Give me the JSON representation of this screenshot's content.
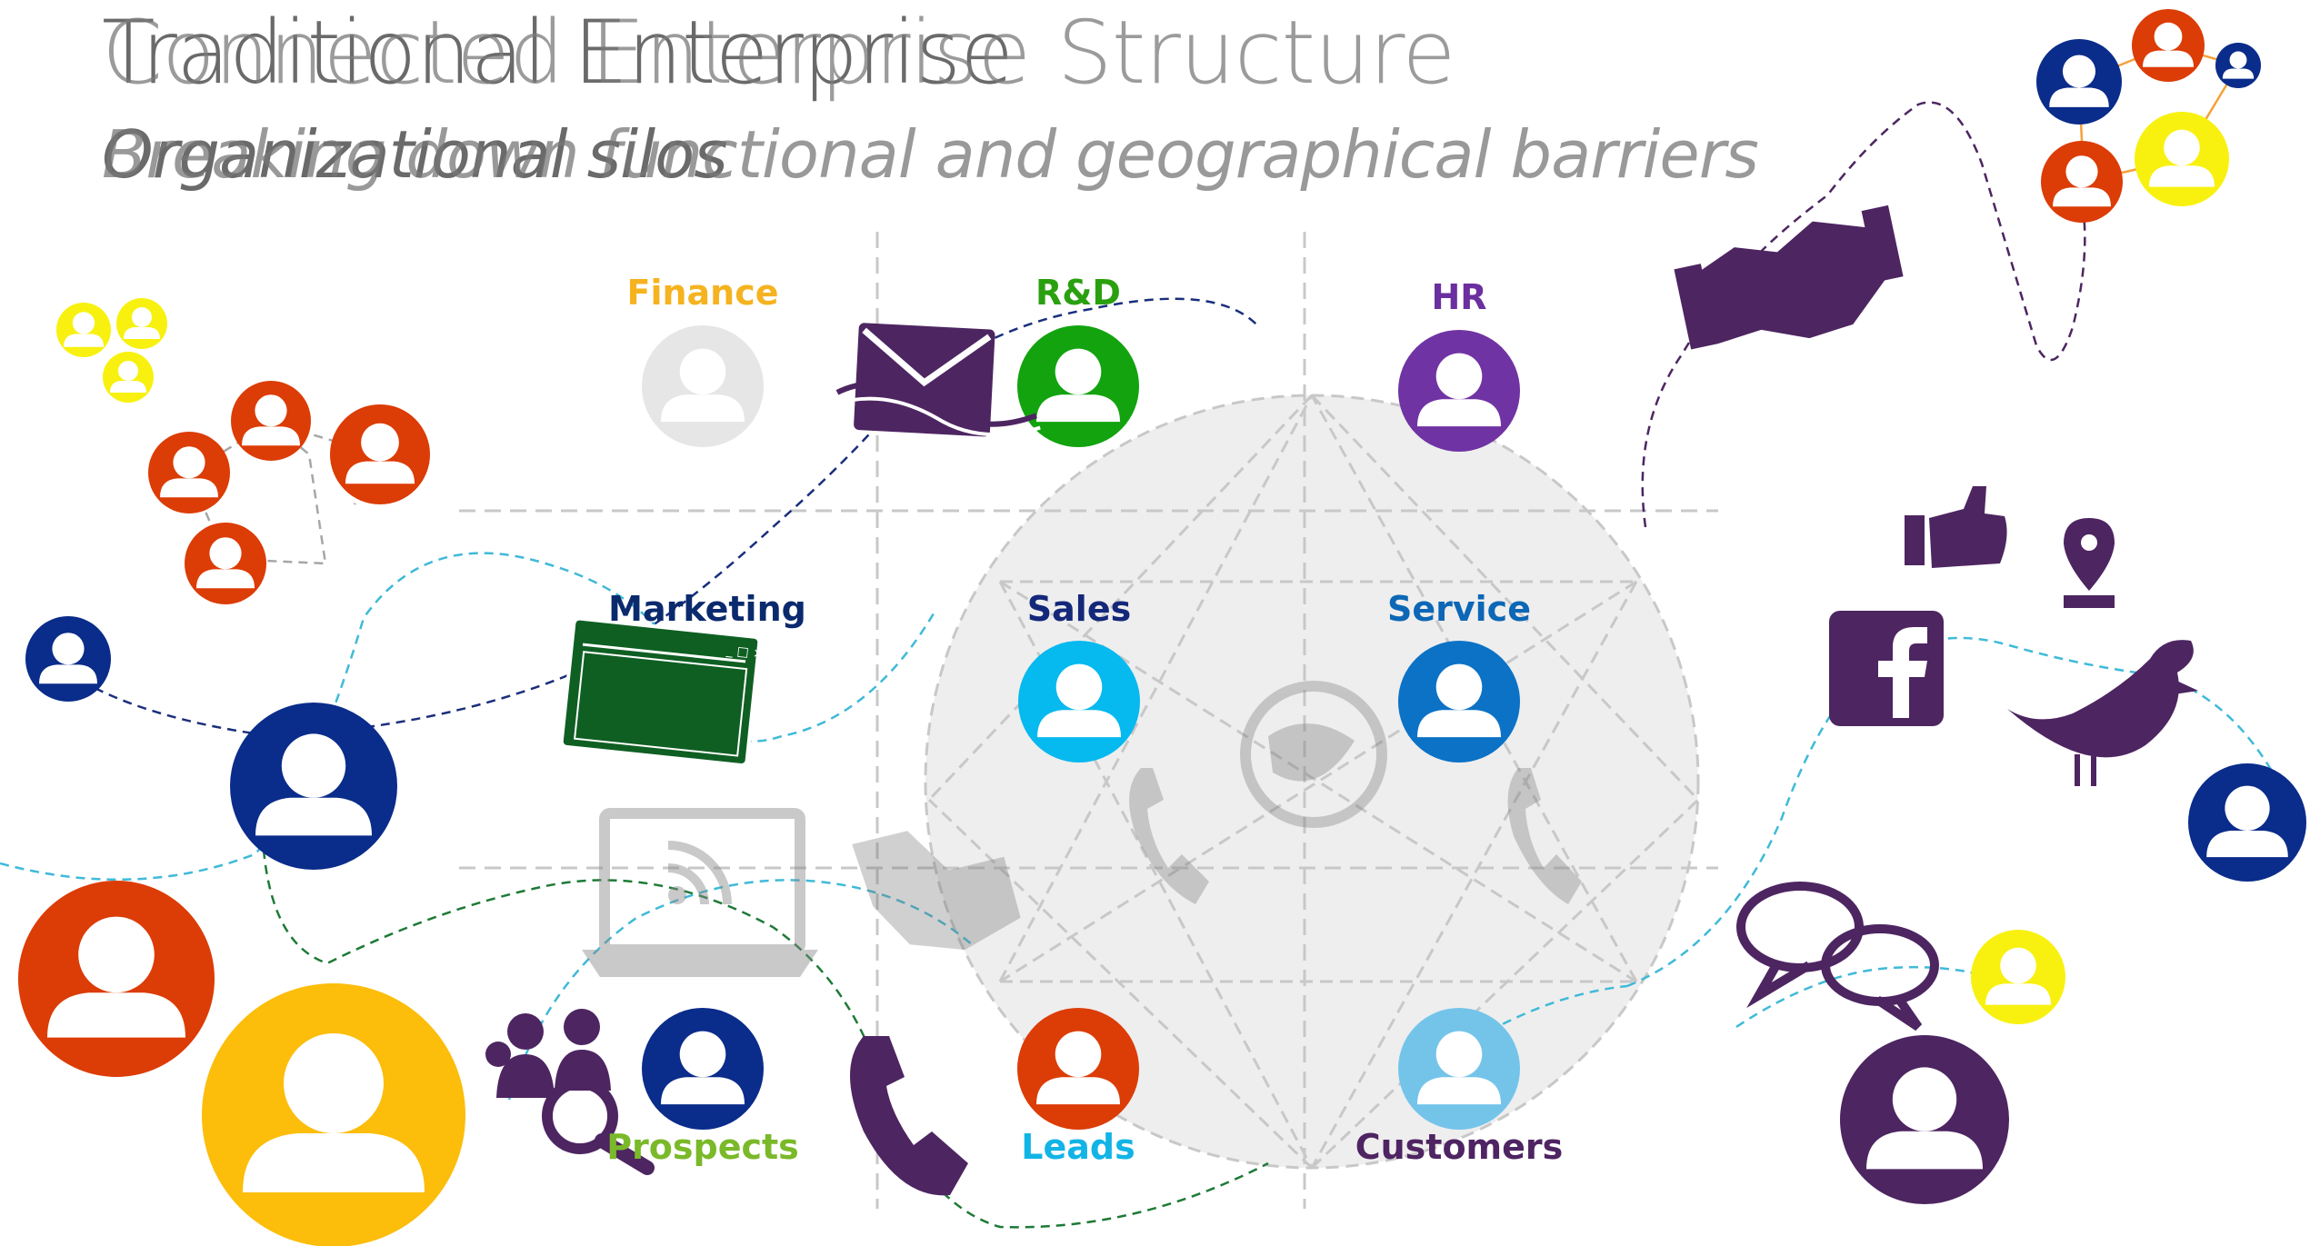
{
  "title_overlay": {
    "line1_a": "Traditional Enterprise",
    "line1_b": "Connected Enterprise Structure",
    "line2_a": "Organizational silos",
    "line2_b": "Breaking down functional and geographical barriers"
  },
  "departments": {
    "finance": {
      "label": "Finance",
      "color": "#f5b320",
      "circle": "#e6e6e6"
    },
    "rnd": {
      "label": "R&D",
      "color": "#2aa010",
      "circle": "#12a30f"
    },
    "hr": {
      "label": "HR",
      "color": "#6b2f9f",
      "circle": "#7033a3"
    },
    "marketing": {
      "label": "Marketing",
      "color": "#0b2a6e"
    },
    "sales": {
      "label": "Sales",
      "color": "#14287a",
      "circle": "#06b9ef"
    },
    "service": {
      "label": "Service",
      "color": "#0c67b6",
      "circle": "#0b72c6"
    },
    "prospects": {
      "label": "Prospects",
      "color": "#7ab929",
      "circle": "#0a2c8a"
    },
    "leads": {
      "label": "Leads",
      "color": "#12b4e6",
      "circle": "#dc3c06"
    },
    "customers": {
      "label": "Customers",
      "color": "#4e2462",
      "circle": "#74c4ea"
    }
  },
  "colors": {
    "purple": "#4d2561",
    "navy": "#0a2c8a",
    "orange": "#dc3c06",
    "yellow": "#f8f110",
    "gold": "#fcbd0b",
    "green_window": "#0f5f23",
    "globe": "#e8e8e8"
  },
  "icons": [
    "envelope-icon",
    "handshake-icon",
    "thumbs-up-icon",
    "map-pin-icon",
    "facebook-icon",
    "bird-icon",
    "speech-bubbles-icon",
    "phone-icon",
    "people-search-icon",
    "laptop-rss-icon",
    "browser-window-icon",
    "globe-icon"
  ]
}
